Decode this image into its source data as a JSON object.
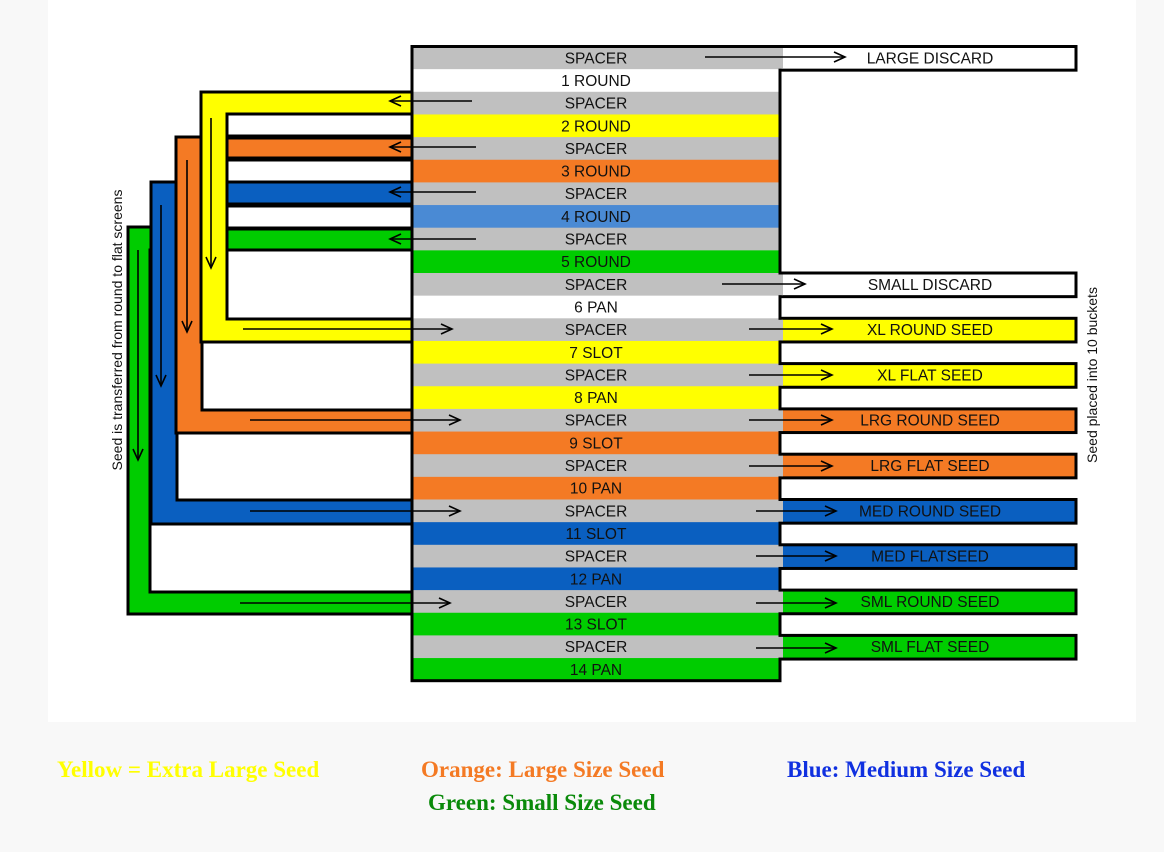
{
  "diagram": {
    "bands": [
      {
        "label": "SPACER",
        "fill": "#c0c0c0"
      },
      {
        "label": "1 ROUND",
        "fill": "#ffffff"
      },
      {
        "label": "SPACER",
        "fill": "#c0c0c0"
      },
      {
        "label": "2 ROUND",
        "fill": "#ffff00"
      },
      {
        "label": "SPACER",
        "fill": "#c0c0c0"
      },
      {
        "label": "3 ROUND",
        "fill": "#f47a24"
      },
      {
        "label": "SPACER",
        "fill": "#c0c0c0"
      },
      {
        "label": "4 ROUND",
        "fill": "#4a8ad4"
      },
      {
        "label": "SPACER",
        "fill": "#c0c0c0"
      },
      {
        "label": "5 ROUND",
        "fill": "#00cc00"
      },
      {
        "label": "SPACER",
        "fill": "#c0c0c0"
      },
      {
        "label": "6 PAN",
        "fill": "#ffffff"
      },
      {
        "label": "SPACER",
        "fill": "#c0c0c0"
      },
      {
        "label": "7 SLOT",
        "fill": "#ffff00"
      },
      {
        "label": "SPACER",
        "fill": "#c0c0c0"
      },
      {
        "label": "8 PAN",
        "fill": "#ffff00"
      },
      {
        "label": "SPACER",
        "fill": "#c0c0c0"
      },
      {
        "label": "9 SLOT",
        "fill": "#f47a24"
      },
      {
        "label": "SPACER",
        "fill": "#c0c0c0"
      },
      {
        "label": "10 PAN",
        "fill": "#f47a24"
      },
      {
        "label": "SPACER",
        "fill": "#c0c0c0"
      },
      {
        "label": "11 SLOT",
        "fill": "#0a5fc0"
      },
      {
        "label": "SPACER",
        "fill": "#c0c0c0"
      },
      {
        "label": "12 PAN",
        "fill": "#0a5fc0"
      },
      {
        "label": "SPACER",
        "fill": "#c0c0c0"
      },
      {
        "label": "13 SLOT",
        "fill": "#00cc00"
      },
      {
        "label": "SPACER",
        "fill": "#c0c0c0"
      },
      {
        "label": "14 PAN",
        "fill": "#00cc00"
      }
    ],
    "outputs": [
      {
        "label": "LARGE DISCARD",
        "fill": "#ffffff",
        "band": 0
      },
      {
        "label": "SMALL DISCARD",
        "fill": "#ffffff",
        "band": 10
      },
      {
        "label": "XL ROUND SEED",
        "fill": "#ffff00",
        "band": 12
      },
      {
        "label": "XL FLAT SEED",
        "fill": "#ffff00",
        "band": 14
      },
      {
        "label": "LRG ROUND SEED",
        "fill": "#f47a24",
        "band": 16
      },
      {
        "label": "LRG FLAT SEED",
        "fill": "#f47a24",
        "band": 18
      },
      {
        "label": "MED ROUND SEED",
        "fill": "#0a5fc0",
        "band": 20
      },
      {
        "label": "MED FLATSEED",
        "fill": "#0a5fc0",
        "band": 22
      },
      {
        "label": "SML ROUND SEED",
        "fill": "#00cc00",
        "band": 24
      },
      {
        "label": "SML FLAT SEED",
        "fill": "#00cc00",
        "band": 26
      }
    ],
    "left_side_label": "Seed is transferred from round to flat screens",
    "right_side_label": "Seed placed into 10 buckets"
  },
  "legend": {
    "yellow": {
      "text": "Yellow = Extra Large Seed",
      "color": "#ffff00"
    },
    "orange": {
      "text": "Orange: Large Size Seed",
      "color": "#f47a24"
    },
    "blue": {
      "text": "Blue: Medium Size Seed",
      "color": "#1030e0"
    },
    "green": {
      "text": "Green: Small Size Seed",
      "color": "#0a8a0a"
    }
  },
  "colors": {
    "yellow": "#ffff00",
    "orange": "#f47a24",
    "blue": "#0a5fc0",
    "green": "#00cc00",
    "spacer": "#c0c0c0",
    "outline": "#000000"
  }
}
